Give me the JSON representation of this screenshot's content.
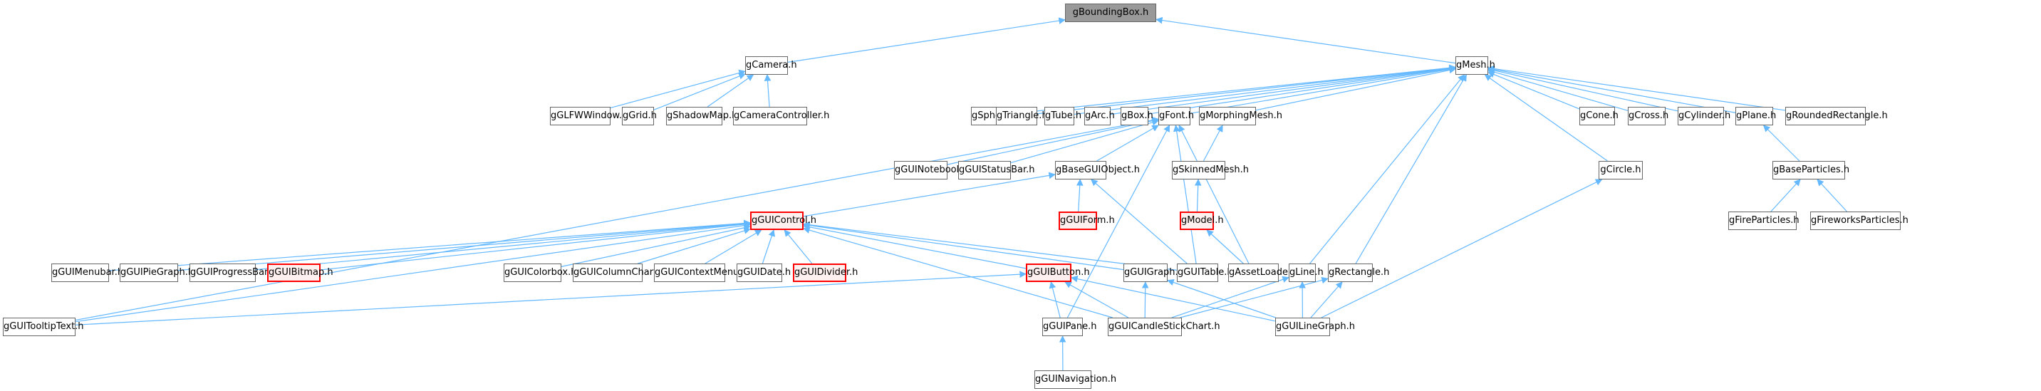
{
  "diagram": {
    "type": "include-dependency-graph",
    "edge_color": "#63b8ff",
    "root": "gBoundingBox.h",
    "nodes": [
      {
        "id": "gBoundingBox",
        "label": "gBoundingBox.h",
        "style": "root"
      },
      {
        "id": "gCamera",
        "label": "gCamera.h",
        "style": "normal"
      },
      {
        "id": "gMesh",
        "label": "gMesh.h",
        "style": "normal"
      },
      {
        "id": "gGLFWWindow",
        "label": "gGLFWWindow.h",
        "style": "normal"
      },
      {
        "id": "gGrid",
        "label": "gGrid.h",
        "style": "normal"
      },
      {
        "id": "gShadowMap",
        "label": "gShadowMap.h",
        "style": "normal"
      },
      {
        "id": "gCameraController",
        "label": "gCameraController.h",
        "style": "normal"
      },
      {
        "id": "gSphere",
        "label": "gSphere.h",
        "style": "normal"
      },
      {
        "id": "gTriangle",
        "label": "gTriangle.h",
        "style": "normal"
      },
      {
        "id": "gTube",
        "label": "gTube.h",
        "style": "normal"
      },
      {
        "id": "gArc",
        "label": "gArc.h",
        "style": "normal"
      },
      {
        "id": "gBox",
        "label": "gBox.h",
        "style": "normal"
      },
      {
        "id": "gFont",
        "label": "gFont.h",
        "style": "normal"
      },
      {
        "id": "gMorphingMesh",
        "label": "gMorphingMesh.h",
        "style": "normal"
      },
      {
        "id": "gCone",
        "label": "gCone.h",
        "style": "normal"
      },
      {
        "id": "gCross",
        "label": "gCross.h",
        "style": "normal"
      },
      {
        "id": "gCylinder",
        "label": "gCylinder.h",
        "style": "normal"
      },
      {
        "id": "gPlane",
        "label": "gPlane.h",
        "style": "normal"
      },
      {
        "id": "gRoundedRectangle",
        "label": "gRoundedRectangle.h",
        "style": "normal"
      },
      {
        "id": "gGUINotebook",
        "label": "gGUINotebook.h",
        "style": "normal"
      },
      {
        "id": "gGUIStatusBar",
        "label": "gGUIStatusBar.h",
        "style": "normal"
      },
      {
        "id": "gBaseGUIObject",
        "label": "gBaseGUIObject.h",
        "style": "normal"
      },
      {
        "id": "gSkinnedMesh",
        "label": "gSkinnedMesh.h",
        "style": "normal"
      },
      {
        "id": "gCircle",
        "label": "gCircle.h",
        "style": "normal"
      },
      {
        "id": "gBaseParticles",
        "label": "gBaseParticles.h",
        "style": "normal"
      },
      {
        "id": "gGUIControl",
        "label": "gGUIControl.h",
        "style": "red"
      },
      {
        "id": "gGUIForm",
        "label": "gGUIForm.h",
        "style": "red"
      },
      {
        "id": "gModel",
        "label": "gModel.h",
        "style": "red"
      },
      {
        "id": "gFireParticles",
        "label": "gFireParticles.h",
        "style": "normal"
      },
      {
        "id": "gFireworksParticles",
        "label": "gFireworksParticles.h",
        "style": "normal"
      },
      {
        "id": "gGUIMenubar",
        "label": "gGUIMenubar.h",
        "style": "normal"
      },
      {
        "id": "gGUIPieGraph",
        "label": "gGUIPieGraph.h",
        "style": "normal"
      },
      {
        "id": "gGUIProgressBar",
        "label": "gGUIProgressBar.h",
        "style": "normal"
      },
      {
        "id": "gGUIBitmap",
        "label": "gGUIBitmap.h",
        "style": "red"
      },
      {
        "id": "gGUIColorbox",
        "label": "gGUIColorbox.h",
        "style": "normal"
      },
      {
        "id": "gGUIColumnChart",
        "label": "gGUIColumnChart.h",
        "style": "normal"
      },
      {
        "id": "gGUIContextMenu",
        "label": "gGUIContextMenu.h",
        "style": "normal"
      },
      {
        "id": "gGUIDate",
        "label": "gGUIDate.h",
        "style": "normal"
      },
      {
        "id": "gGUIDivider",
        "label": "gGUIDivider.h",
        "style": "red"
      },
      {
        "id": "gGUIButton",
        "label": "gGUIButton.h",
        "style": "red"
      },
      {
        "id": "gGUIGraph",
        "label": "gGUIGraph.h",
        "style": "normal"
      },
      {
        "id": "gGUITable",
        "label": "gGUITable.h",
        "style": "normal"
      },
      {
        "id": "gAssetLoader",
        "label": "gAssetLoader.h",
        "style": "normal"
      },
      {
        "id": "gLine",
        "label": "gLine.h",
        "style": "normal"
      },
      {
        "id": "gRectangle",
        "label": "gRectangle.h",
        "style": "normal"
      },
      {
        "id": "gGUITooltipText",
        "label": "gGUITooltipText.h",
        "style": "normal"
      },
      {
        "id": "gGUIPane",
        "label": "gGUIPane.h",
        "style": "normal"
      },
      {
        "id": "gGUICandleStickChart",
        "label": "gGUICandleStickChart.h",
        "style": "normal"
      },
      {
        "id": "gGUILineGraph",
        "label": "gGUILineGraph.h",
        "style": "normal"
      },
      {
        "id": "gGUINavigation",
        "label": "gGUINavigation.h",
        "style": "normal"
      }
    ],
    "edges": [
      [
        "gCamera",
        "gBoundingBox"
      ],
      [
        "gMesh",
        "gBoundingBox"
      ],
      [
        "gGLFWWindow",
        "gCamera"
      ],
      [
        "gGrid",
        "gCamera"
      ],
      [
        "gShadowMap",
        "gCamera"
      ],
      [
        "gCameraController",
        "gCamera"
      ],
      [
        "gSphere",
        "gMesh"
      ],
      [
        "gTriangle",
        "gMesh"
      ],
      [
        "gTube",
        "gMesh"
      ],
      [
        "gArc",
        "gMesh"
      ],
      [
        "gBox",
        "gMesh"
      ],
      [
        "gFont",
        "gMesh"
      ],
      [
        "gMorphingMesh",
        "gMesh"
      ],
      [
        "gCone",
        "gMesh"
      ],
      [
        "gCross",
        "gMesh"
      ],
      [
        "gCylinder",
        "gMesh"
      ],
      [
        "gPlane",
        "gMesh"
      ],
      [
        "gRoundedRectangle",
        "gMesh"
      ],
      [
        "gCircle",
        "gMesh"
      ],
      [
        "gLine",
        "gMesh"
      ],
      [
        "gRectangle",
        "gMesh"
      ],
      [
        "gGUINotebook",
        "gFont"
      ],
      [
        "gGUIStatusBar",
        "gFont"
      ],
      [
        "gBaseGUIObject",
        "gFont"
      ],
      [
        "gGUITooltipText",
        "gFont"
      ],
      [
        "gGUIPane",
        "gFont"
      ],
      [
        "gGUITable",
        "gFont"
      ],
      [
        "gAssetLoader",
        "gFont"
      ],
      [
        "gSkinnedMesh",
        "gMorphingMesh"
      ],
      [
        "gModel",
        "gSkinnedMesh"
      ],
      [
        "gAssetLoader",
        "gModel"
      ],
      [
        "gBaseParticles",
        "gPlane"
      ],
      [
        "gFireParticles",
        "gBaseParticles"
      ],
      [
        "gFireworksParticles",
        "gBaseParticles"
      ],
      [
        "gGUIControl",
        "gBaseGUIObject"
      ],
      [
        "gGUIForm",
        "gBaseGUIObject"
      ],
      [
        "gGUITable",
        "gBaseGUIObject"
      ],
      [
        "gGUIMenubar",
        "gGUIControl"
      ],
      [
        "gGUIPieGraph",
        "gGUIControl"
      ],
      [
        "gGUIProgressBar",
        "gGUIControl"
      ],
      [
        "gGUIBitmap",
        "gGUIControl"
      ],
      [
        "gGUIColorbox",
        "gGUIControl"
      ],
      [
        "gGUIColumnChart",
        "gGUIControl"
      ],
      [
        "gGUIContextMenu",
        "gGUIControl"
      ],
      [
        "gGUIDate",
        "gGUIControl"
      ],
      [
        "gGUIDivider",
        "gGUIControl"
      ],
      [
        "gGUIButton",
        "gGUIControl"
      ],
      [
        "gGUIGraph",
        "gGUIControl"
      ],
      [
        "gGUITable",
        "gGUIControl"
      ],
      [
        "gGUITooltipText",
        "gGUIControl"
      ],
      [
        "gGUICandleStickChart",
        "gGUIControl"
      ],
      [
        "gGUITooltipText",
        "gGUIButton"
      ],
      [
        "gGUIPane",
        "gGUIButton"
      ],
      [
        "gGUICandleStickChart",
        "gGUIButton"
      ],
      [
        "gGUILineGraph",
        "gGUIButton"
      ],
      [
        "gGUICandleStickChart",
        "gGUIGraph"
      ],
      [
        "gGUILineGraph",
        "gGUIGraph"
      ],
      [
        "gGUICandleStickChart",
        "gLine"
      ],
      [
        "gGUICandleStickChart",
        "gRectangle"
      ],
      [
        "gGUILineGraph",
        "gLine"
      ],
      [
        "gGUILineGraph",
        "gRectangle"
      ],
      [
        "gGUILineGraph",
        "gCircle"
      ],
      [
        "gGUINavigation",
        "gGUIPane"
      ]
    ]
  }
}
